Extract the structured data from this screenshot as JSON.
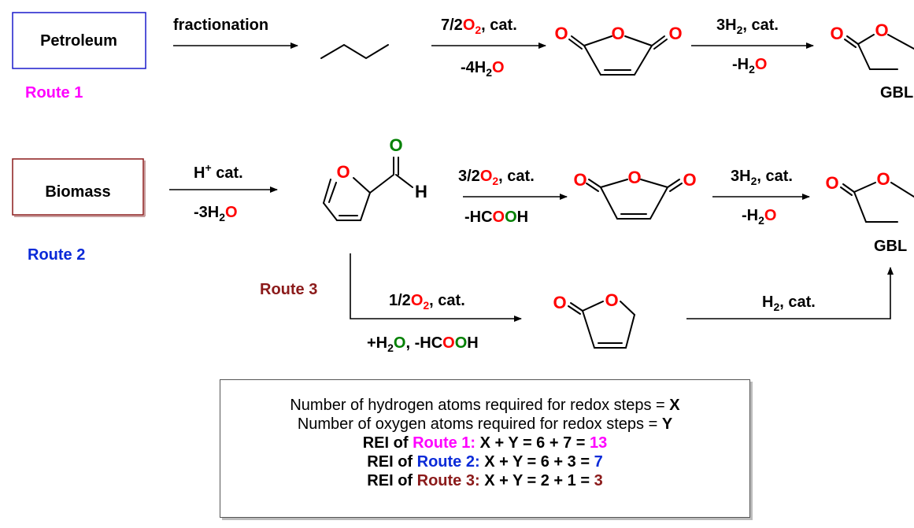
{
  "sources": {
    "petroleum": "Petroleum",
    "biomass": "Biomass"
  },
  "routes": {
    "r1": "Route 1",
    "r2": "Route 2",
    "r3": "Route 3"
  },
  "reagents": {
    "fractionation": "fractionation",
    "r1_step2_a": "7/2",
    "r1_step2_b": "O",
    "r1_step2_c": "2",
    "r1_step2_d": ", cat.",
    "r1_step2_below_a": "-4H",
    "r1_step2_below_b": "2",
    "r1_step2_below_c": "O",
    "h2_3_a": "3H",
    "h2_3_b": "2",
    "h2_3_c": ", cat.",
    "minus_h2o_a": "-H",
    "minus_h2o_b": "2",
    "minus_h2o_c": "O",
    "acid_a": "H",
    "acid_b": "+",
    "acid_c": " cat.",
    "minus3h2o_a": "-3H",
    "minus3h2o_b": "2",
    "minus3h2o_c": "O",
    "r2_ox_a": "3/2",
    "r2_ox_b": "O",
    "r2_ox_c": "2",
    "r2_ox_d": ", cat.",
    "hcooh_a": "-HC",
    "hcooh_b": "O",
    "hcooh_c": "O",
    "hcooh_d": "H",
    "r3_ox_a": "1/2",
    "r3_ox_b": "O",
    "r3_ox_c": "2",
    "r3_ox_d": ", cat.",
    "r3_below_a": "+H",
    "r3_below_b": "2",
    "r3_below_c": "O",
    "r3_below_d": ", -HC",
    "r3_below_e": "O",
    "r3_below_f": "O",
    "r3_below_g": "H",
    "r3_h2_a": "H",
    "r3_h2_b": "2",
    "r3_h2_c": ", cat."
  },
  "atoms": {
    "O": "O",
    "H": "H"
  },
  "products": {
    "gbl": "GBL"
  },
  "rei_box": {
    "line1_text": "Number of hydrogen atoms required for redox steps = ",
    "line1_var": "X",
    "line2_text": "Number of oxygen atoms required for redox steps = ",
    "line2_var": "Y",
    "rei_prefix": "REI of ",
    "route1": "Route 1:",
    "route1_expr": " X + Y = 6 + 7 = ",
    "route1_result": "13",
    "route2": "Route 2:",
    "route2_expr": " X + Y = 6 + 3 = ",
    "route2_result": "7",
    "route3": "Route 3:",
    "route3_expr": " X + Y = 2 + 1 = ",
    "route3_result": "3"
  },
  "colors": {
    "route1": "#ff00ff",
    "route2": "#0a2ad8",
    "route3": "#8b1a1a",
    "oxygen_red": "#ff0000",
    "oxygen_green": "#008000",
    "petroleum_border": "#1a1acc",
    "biomass_border": "#8b1a1a"
  }
}
